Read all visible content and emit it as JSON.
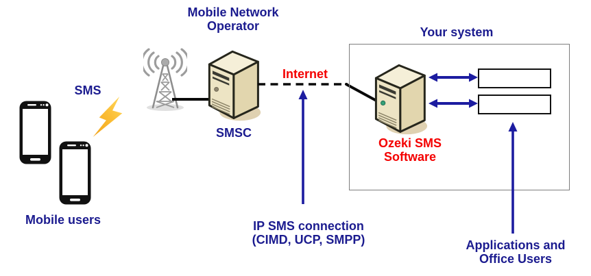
{
  "title": "SMS network architecture diagram (Ozeki SMS)",
  "colors": {
    "label_navy": "#1b1b8f",
    "label_red": "#f40000",
    "arrow_blue": "#1c1ca0",
    "line_black": "#0a0a0a",
    "system_box_border": "#7d7d7d",
    "server_beige": "#EDE4C4",
    "server_top": "#F5EFD8",
    "server_side": "#E2D6AE",
    "lightning_gold": "#F2A41C",
    "lightning_yellow": "#FFD95E",
    "tower_gray": "#8e8e8e"
  },
  "labels": {
    "mobile_network_operator": "Mobile Network Operator",
    "sms": "SMS",
    "mobile_users": "Mobile users",
    "smsc": "SMSC",
    "internet": "Internet",
    "your_system": "Your system",
    "ozeki_sms_software": "Ozeki SMS Software",
    "ip_sms_connection_line1": "IP SMS connection",
    "ip_sms_connection_line2": "(CIMD, UCP, SMPP)",
    "applications_office_users": "Applications and Office Users"
  },
  "icons": {
    "smartphone-icon": "black smartphone outline with white screen (x2)",
    "cell-tower-icon": "gray lattice radio tower with signal arcs",
    "server-icon": "beige 3D tower server (SMSC and Ozeki SMS Software)",
    "lightning-icon": "yellow/gold lightning bolt between phones and tower",
    "double-arrow-icon": "blue double-headed horizontal arrow (x2)",
    "up-arrow-icon": "blue vertical arrow pointing up (x2)",
    "internet-dashed-line": "black dashed connection line",
    "application-box": "empty white rectangle with black border (x2)"
  }
}
